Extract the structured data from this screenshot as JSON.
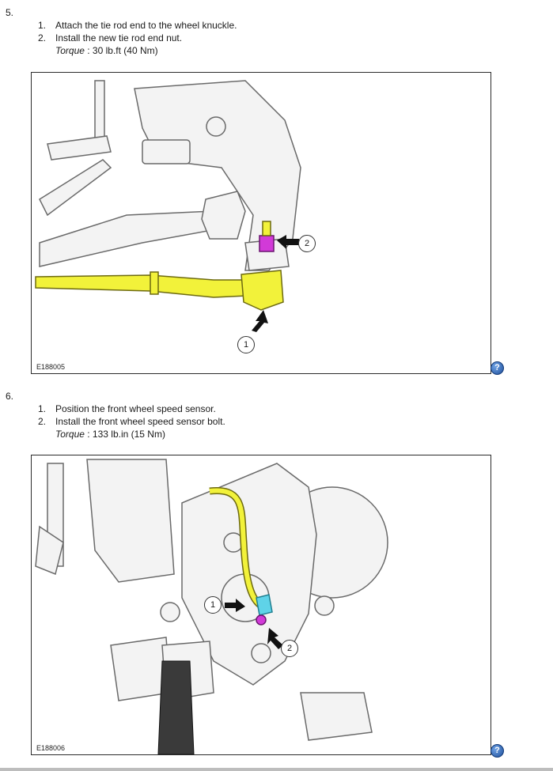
{
  "steps": [
    {
      "number": "5.",
      "items": [
        {
          "n": "1.",
          "text": "Attach the tie rod end to the wheel knuckle."
        },
        {
          "n": "2.",
          "text": "Install the new tie rod end nut."
        }
      ],
      "torque": {
        "label": "Torque",
        "value": " : 30 lb.ft (40 Nm)"
      },
      "figure": {
        "id": "E188005",
        "callouts": [
          "1",
          "2"
        ]
      }
    },
    {
      "number": "6.",
      "items": [
        {
          "n": "1.",
          "text": "Position the front wheel speed sensor."
        },
        {
          "n": "2.",
          "text": "Install the front wheel speed sensor bolt."
        }
      ],
      "torque": {
        "label": "Torque",
        "value": " : 133 lb.in (15 Nm)"
      },
      "figure": {
        "id": "E188006",
        "callouts": [
          "1",
          "2"
        ]
      }
    }
  ],
  "help_icon": {
    "glyph": "?"
  },
  "colors": {
    "highlight_yellow": "#f2f23a",
    "highlight_magenta": "#d23ad8",
    "highlight_cyan": "#5fd3e8",
    "line_gray": "#6a6a6a"
  }
}
